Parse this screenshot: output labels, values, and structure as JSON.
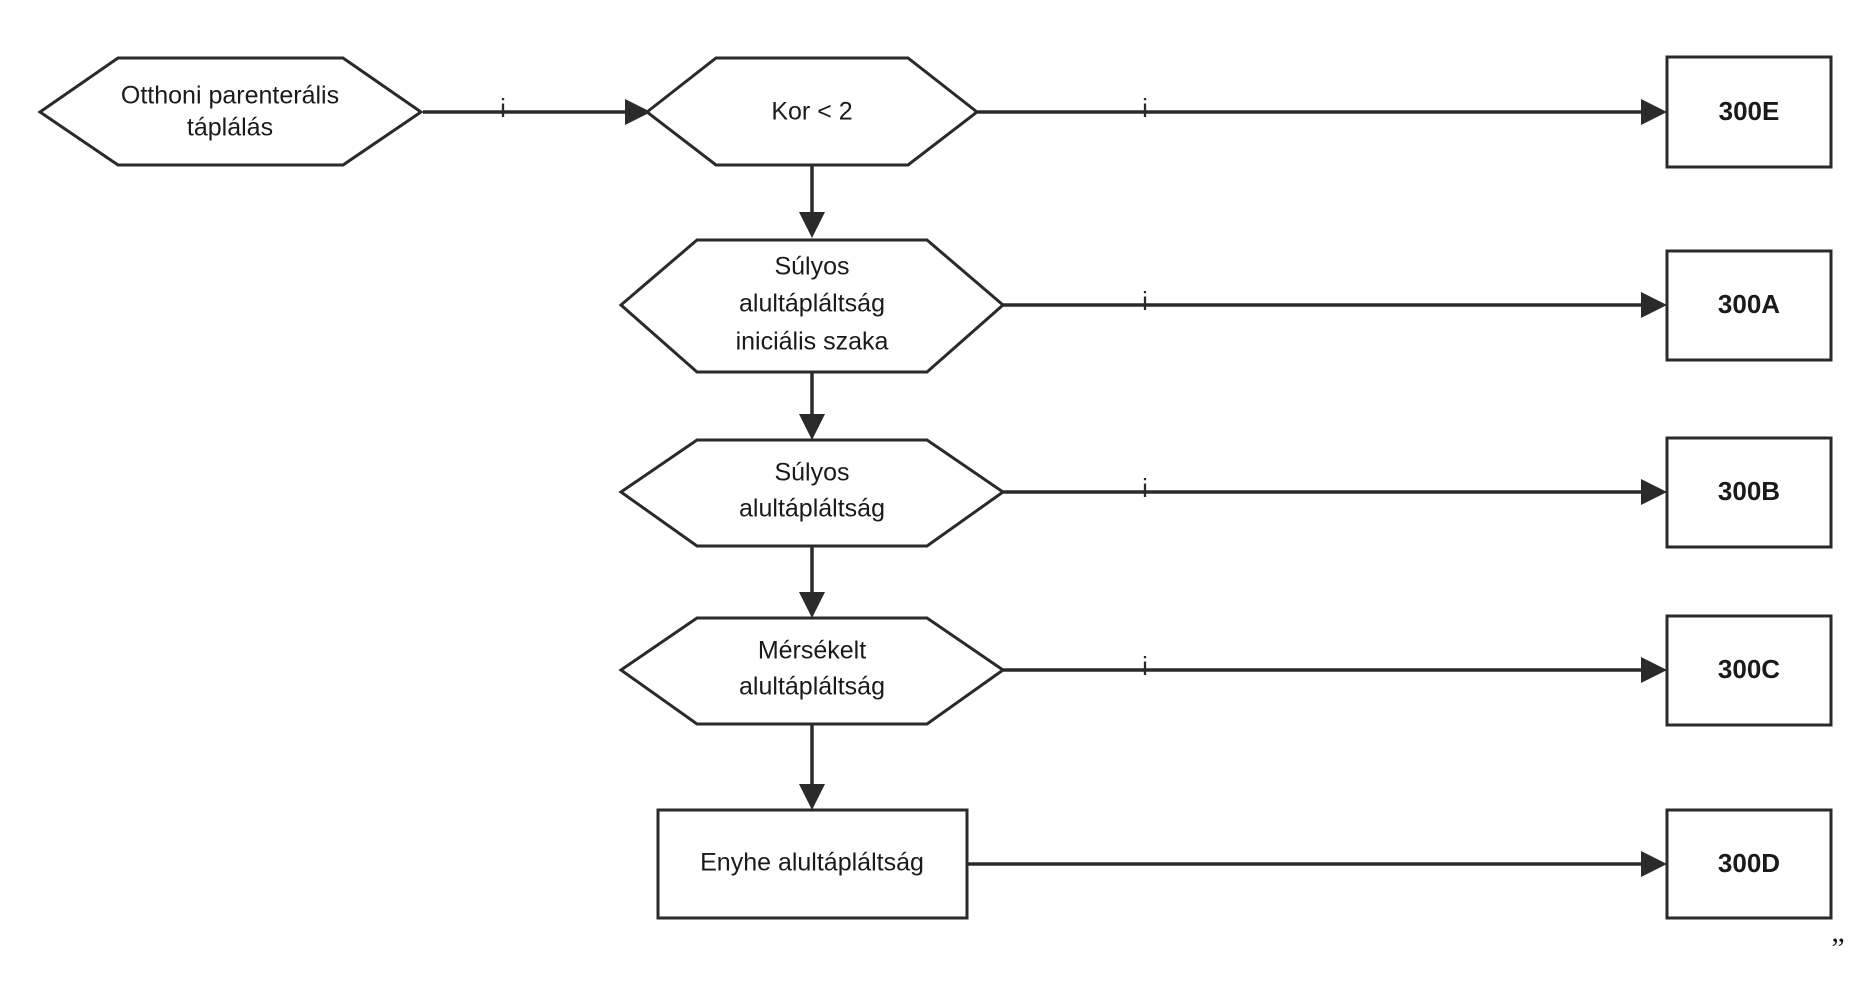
{
  "nodes": {
    "start": {
      "lines": [
        "Otthoni parenterális",
        "táplálás"
      ]
    },
    "age_check": {
      "lines": [
        "Kor < 2"
      ]
    },
    "severe_initial": {
      "lines": [
        "Súlyos",
        "alultápláltság",
        "iniciális szaka"
      ]
    },
    "severe": {
      "lines": [
        "Súlyos",
        "alultápláltság"
      ]
    },
    "moderate": {
      "lines": [
        "Mérsékelt",
        "alultápláltság"
      ]
    },
    "mild": {
      "lines": [
        "Enyhe alultápláltság"
      ]
    }
  },
  "codes": {
    "code_e": "300E",
    "code_a": "300A",
    "code_b": "300B",
    "code_c": "300C",
    "code_d": "300D"
  },
  "edge_labels": {
    "start_to_age": "i",
    "age_to_e": "i",
    "severe_initial_to_a": "i",
    "severe_to_b": "i",
    "moderate_to_c": "i"
  },
  "closing_mark": "”"
}
